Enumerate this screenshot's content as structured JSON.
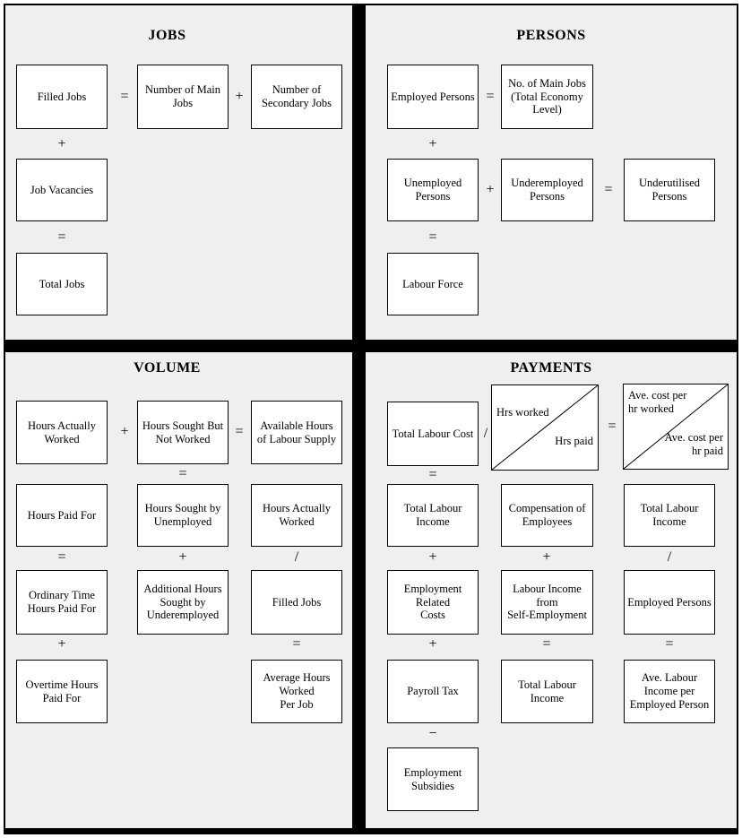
{
  "colors": {
    "canvas": "#ffffff",
    "panel": "#efefef",
    "box_fill": "#ffffff",
    "line": "#000000"
  },
  "symbols": {
    "equals": "=",
    "plus": "+",
    "divide": "/",
    "minus": "−"
  },
  "quadrants": {
    "jobs": {
      "title": "JOBS",
      "boxes": {
        "filled_jobs": "Filled Jobs",
        "number_of_main_jobs": "Number of Main\nJobs",
        "number_of_secondary_jobs": "Number of\nSecondary Jobs",
        "job_vacancies": "Job Vacancies",
        "total_jobs": "Total Jobs"
      }
    },
    "persons": {
      "title": "PERSONS",
      "boxes": {
        "employed_persons": "Employed Persons",
        "no_of_main_jobs_total_economy": "No. of Main Jobs\n(Total Economy\nLevel)",
        "unemployed_persons": "Unemployed\nPersons",
        "underemployed_persons": "Underemployed\nPersons",
        "underutilised_persons": "Underutilised\nPersons",
        "labour_force": "Labour Force"
      }
    },
    "volume": {
      "title": "VOLUME",
      "boxes": {
        "hours_actually_worked": "Hours Actually\nWorked",
        "hours_sought_but_not_worked": "Hours Sought But\nNot Worked",
        "available_hours_of_labour_supply": "Available Hours\nof Labour Supply",
        "hours_paid_for": "Hours Paid For",
        "hours_sought_by_unemployed": "Hours Sought by\nUnemployed",
        "hours_actually_worked_2": "Hours Actually\nWorked",
        "ordinary_time_hours_paid_for": "Ordinary Time\nHours Paid For",
        "additional_hours_sought_by_underemployed": "Additional Hours\nSought by\nUnderemployed",
        "filled_jobs": "Filled Jobs",
        "overtime_hours_paid_for": "Overtime Hours\nPaid For",
        "average_hours_worked_per_job": "Average Hours\nWorked\nPer Job"
      }
    },
    "payments": {
      "title": "PAYMENTS",
      "boxes": {
        "total_labour_cost": "Total Labour Cost",
        "hrs_worked": "Hrs worked",
        "hrs_paid": "Hrs paid",
        "ave_cost_per_hr_worked": "Ave. cost per\nhr worked",
        "ave_cost_per_hr_paid": "Ave. cost per\nhr paid",
        "total_labour_income_1": "Total Labour\nIncome",
        "compensation_of_employees": "Compensation of\nEmployees",
        "total_labour_income_2": "Total Labour\nIncome",
        "employment_related_costs": "Employment\nRelated\nCosts",
        "labour_income_from_self_employment": "Labour Income\nfrom\nSelf-Employment",
        "employed_persons": "Employed Persons",
        "payroll_tax": "Payroll Tax",
        "total_labour_income_3": "Total Labour\nIncome",
        "ave_labour_income_per_employed_person": "Ave. Labour\nIncome per\nEmployed Person",
        "employment_subsidies": "Employment\nSubsidies"
      }
    }
  }
}
